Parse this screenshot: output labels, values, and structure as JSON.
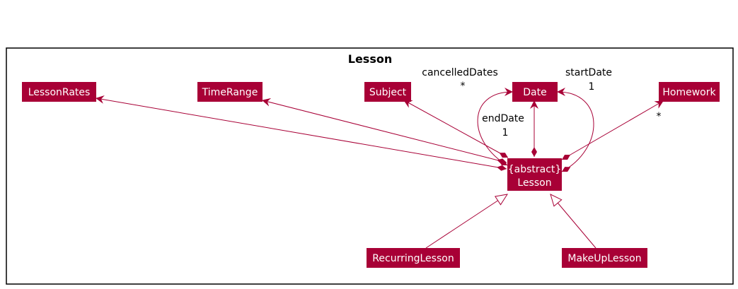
{
  "package": {
    "title": "Lesson"
  },
  "classes": {
    "lesson_rates": "LessonRates",
    "time_range": "TimeRange",
    "subject": "Subject",
    "date": "Date",
    "homework": "Homework",
    "lesson_stereotype": "{abstract}",
    "lesson": "Lesson",
    "recurring_lesson": "RecurringLesson",
    "make_up_lesson": "MakeUpLesson"
  },
  "labels": {
    "cancelled_dates": "cancelledDates",
    "cancelled_dates_mult": "*",
    "start_date": "startDate",
    "start_date_mult": "1",
    "end_date": "endDate",
    "end_date_mult": "1",
    "homework_mult": "*"
  },
  "colors": {
    "class_fill": "#A80036",
    "edge": "#A80036",
    "frame": "#000000"
  }
}
